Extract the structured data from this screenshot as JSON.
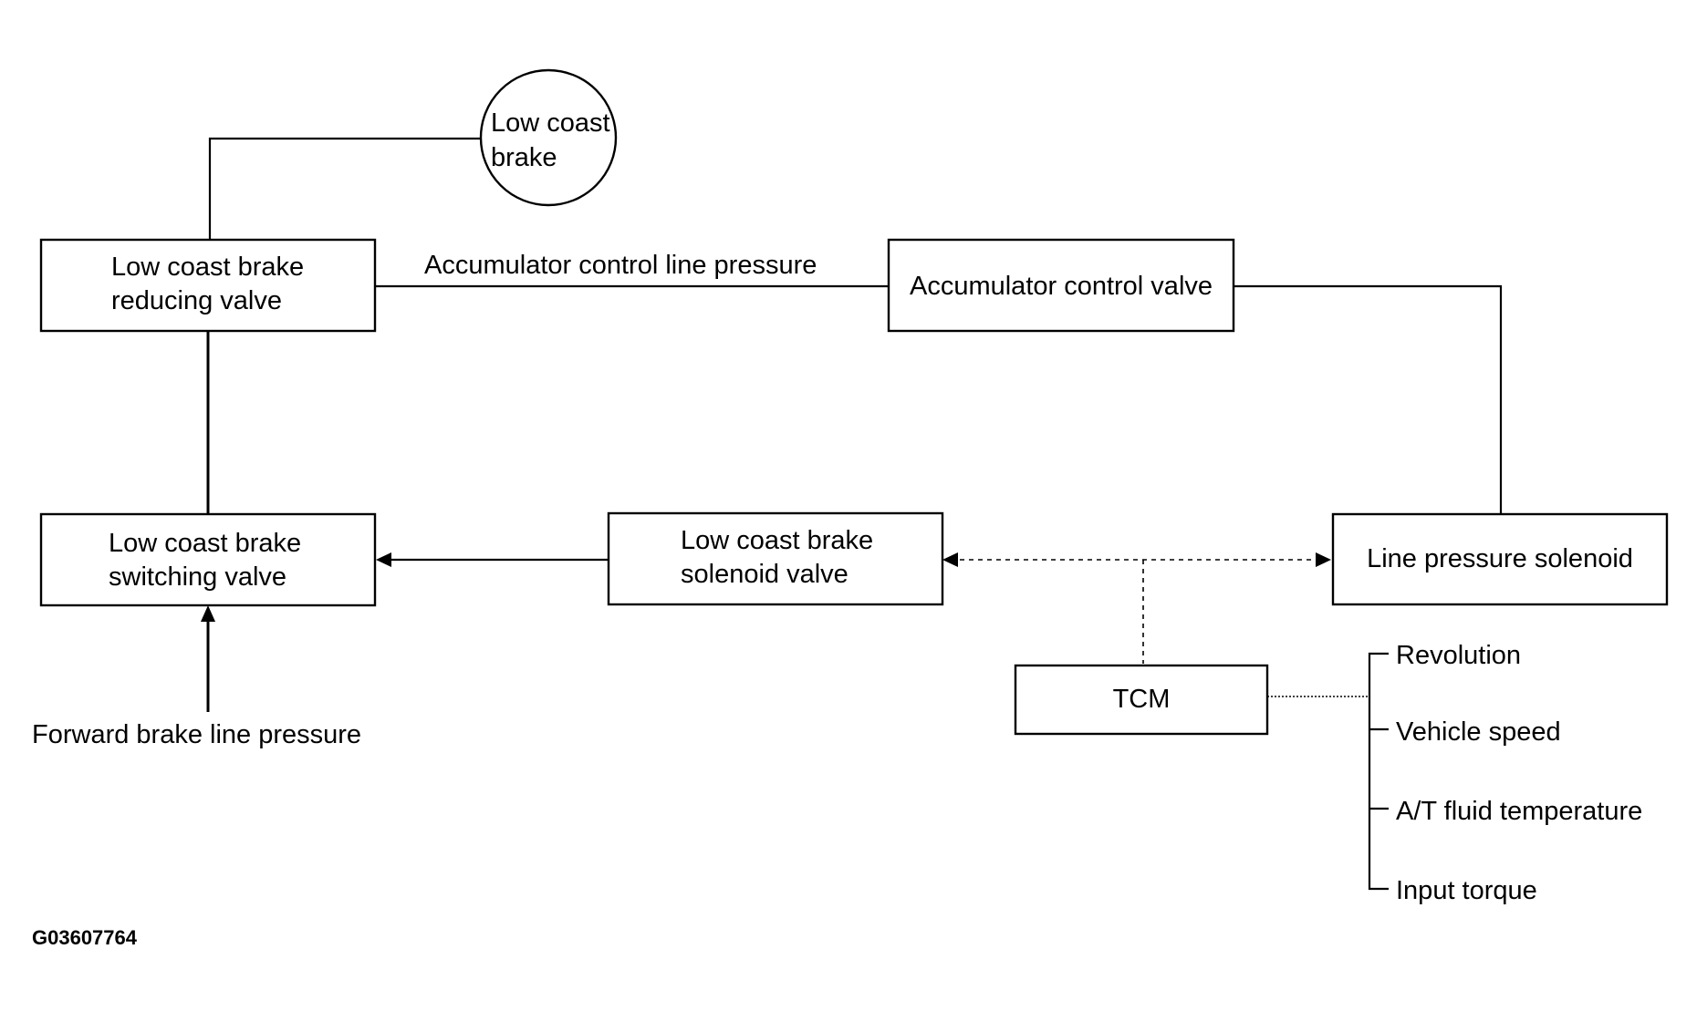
{
  "diagram": {
    "nodes": {
      "low_coast_brake": {
        "line1": "Low coast",
        "line2": "brake"
      },
      "reducing_valve": {
        "line1": "Low coast brake",
        "line2": "reducing valve"
      },
      "accumulator_valve": {
        "label": "Accumulator control valve"
      },
      "switching_valve": {
        "line1": "Low coast brake",
        "line2": "switching valve"
      },
      "solenoid_valve": {
        "line1": "Low coast brake",
        "line2": "solenoid valve"
      },
      "line_pressure_solenoid": {
        "label": "Line pressure solenoid"
      },
      "tcm": {
        "label": "TCM"
      }
    },
    "edge_labels": {
      "accumulator_line": "Accumulator control line pressure",
      "forward_brake": "Forward brake line pressure"
    },
    "tcm_inputs": [
      "Revolution",
      "Vehicle speed",
      "A/T fluid temperature",
      "Input torque"
    ]
  },
  "figure_code": "G03607764"
}
